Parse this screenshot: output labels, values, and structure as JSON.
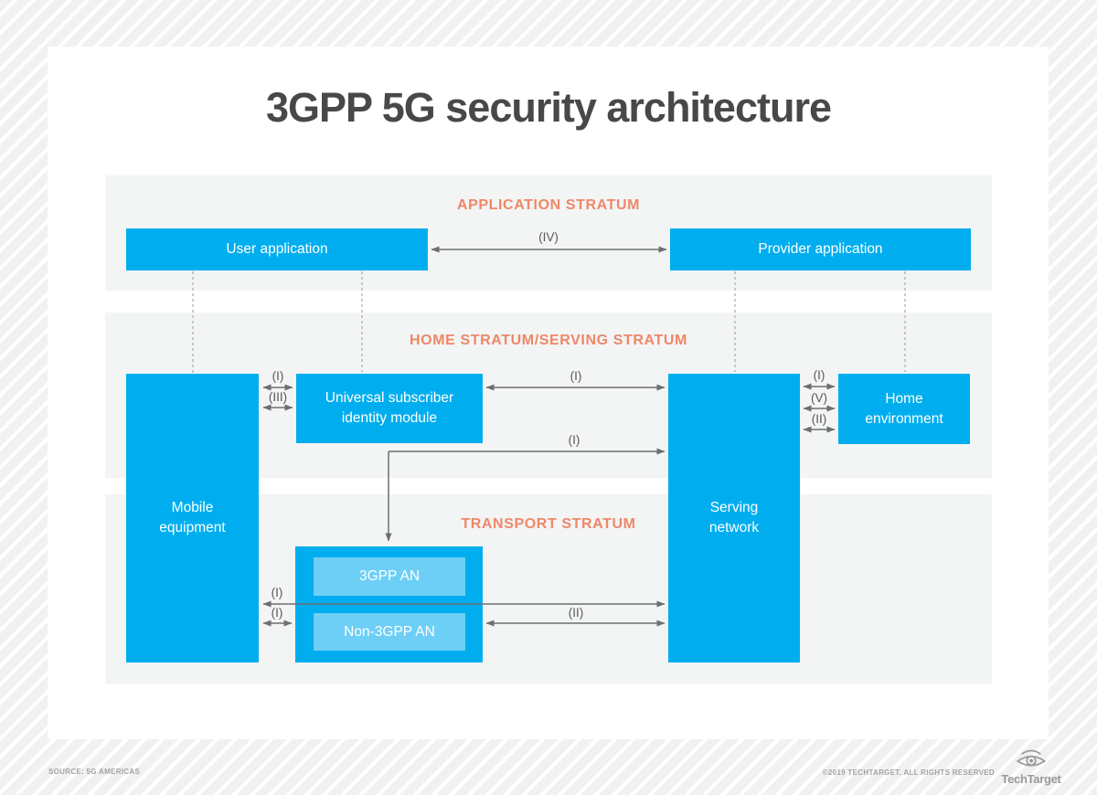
{
  "title": "3GPP 5G security architecture",
  "strata": [
    {
      "label": "APPLICATION STRATUM"
    },
    {
      "label": "HOME STRATUM/SERVING STRATUM"
    },
    {
      "label": "TRANSPORT STRATUM"
    }
  ],
  "nodes": {
    "user_application": {
      "label": "User application"
    },
    "provider_application": {
      "label": "Provider application"
    },
    "mobile_equipment": {
      "label": "Mobile equipment"
    },
    "usim": {
      "label": "Universal subscriber identity module"
    },
    "serving_network": {
      "label": "Serving network"
    },
    "home_environment": {
      "label": "Home environment"
    },
    "an_3gpp": {
      "label": "3GPP AN"
    },
    "an_non_3gpp": {
      "label": "Non-3GPP AN"
    }
  },
  "links": {
    "iv": "(IV)",
    "me_usim_i": "(I)",
    "me_usim_iii": "(III)",
    "usim_sn_i": "(I)",
    "sn_he_i": "(I)",
    "sn_he_v": "(V)",
    "sn_he_ii": "(II)",
    "usim_sn_lower_i": "(I)",
    "me_sn_i": "(I)",
    "me_an_i": "(I)",
    "an_sn_ii": "(II)"
  },
  "footer": {
    "source": "SOURCE: 5G AMERICAS",
    "copyright": "©2019 TECHTARGET. ALL RIGHTS RESERVED",
    "brand": "TechTarget"
  },
  "colors": {
    "primary_blue": "#00aeef",
    "light_blue": "#6dcff6",
    "stratum_coral": "#ef8768",
    "band_gray": "#f3f4f4",
    "arrow_gray": "#6d6e71",
    "title_gray": "#47484a",
    "footer_gray": "#a0a2a5"
  }
}
